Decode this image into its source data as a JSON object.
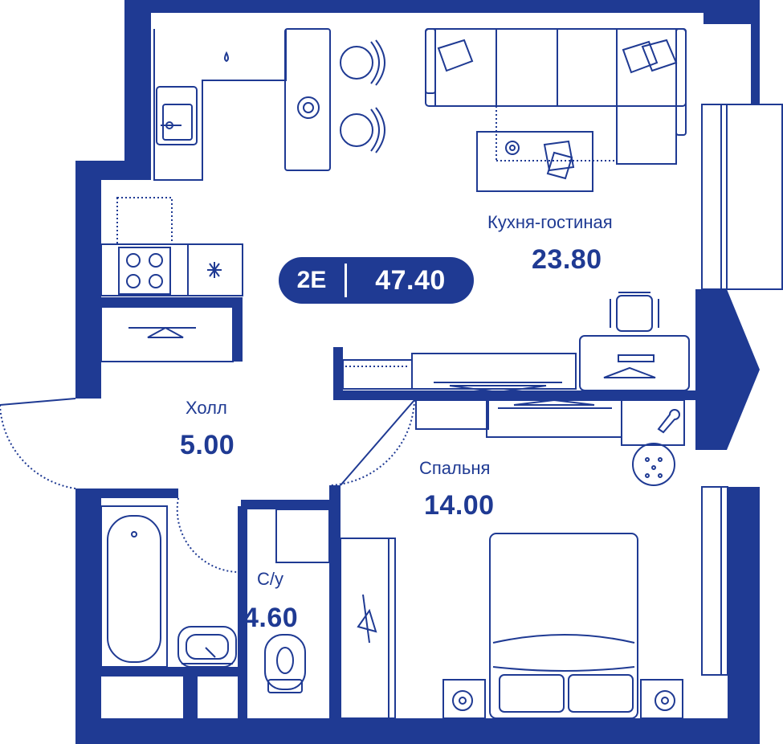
{
  "colors": {
    "wall": "#1f3a93",
    "line": "#1f3a93",
    "background": "#ffffff"
  },
  "apartment": {
    "code": "2Е",
    "total_area": "47.40"
  },
  "rooms": {
    "kitchen_living": {
      "name": "Кухня-гостиная",
      "area": "23.80"
    },
    "hall": {
      "name": "Холл",
      "area": "5.00"
    },
    "bedroom": {
      "name": "Спальня",
      "area": "14.00"
    },
    "bathroom": {
      "name": "С/у",
      "area": "4.60"
    }
  },
  "icons": [
    "sofa-icon",
    "table-icon",
    "chair-icon",
    "stove-icon",
    "sink-icon",
    "fridge-icon",
    "bathtub-icon",
    "toilet-icon",
    "bed-icon",
    "desk-icon",
    "tv-icon",
    "wardrobe-icon",
    "hanger-icon"
  ]
}
